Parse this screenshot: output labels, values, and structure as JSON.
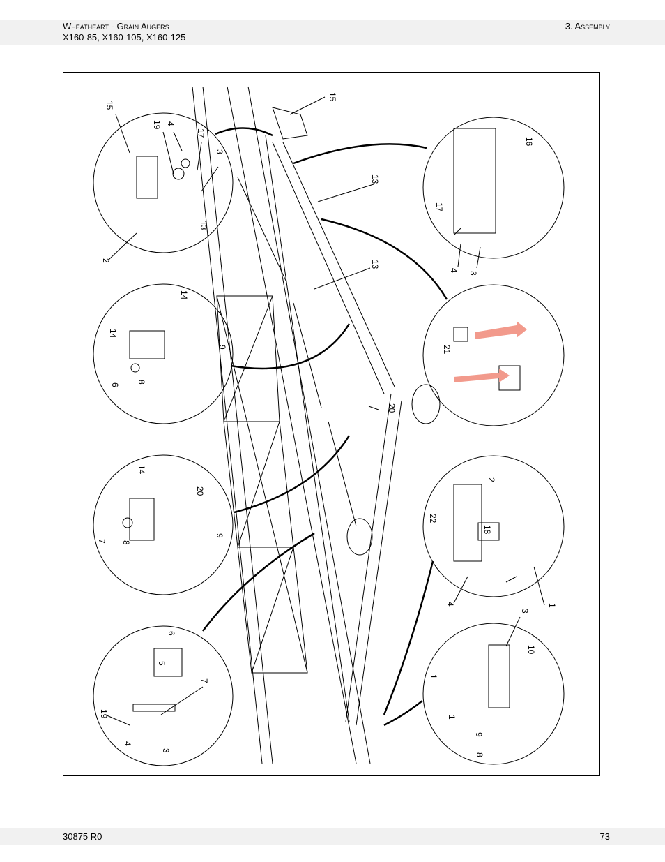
{
  "header": {
    "left_line1": "Wheatheart - Grain Augers",
    "left_line2": "X160-85, X160-105, X160-125",
    "right": "3. Assembly"
  },
  "footer": {
    "doc_number": "30875 R0",
    "page_number": "73"
  },
  "figure": {
    "callouts": {
      "c1": "15",
      "c2": "19",
      "c3": "4",
      "c4": "17",
      "c5": "3",
      "c6": "13",
      "c7": "2",
      "c8": "15",
      "c9": "13",
      "c10": "13",
      "c11": "20",
      "c12": "16",
      "c13": "17",
      "c14": "4",
      "c15": "3",
      "c16": "21",
      "c17": "14",
      "c18": "14",
      "c19": "9",
      "c20": "6",
      "c21": "8",
      "c22": "2",
      "c23": "22",
      "c24": "18",
      "c25": "4",
      "c26": "3",
      "c27": "1",
      "c28": "14",
      "c29": "20",
      "c30": "7",
      "c31": "8",
      "c32": "9",
      "c33": "6",
      "c34": "5",
      "c35": "7",
      "c36": "19",
      "c37": "4",
      "c38": "3",
      "c39": "1",
      "c40": "10",
      "c41": "1",
      "c42": "9",
      "c43": "8"
    }
  }
}
